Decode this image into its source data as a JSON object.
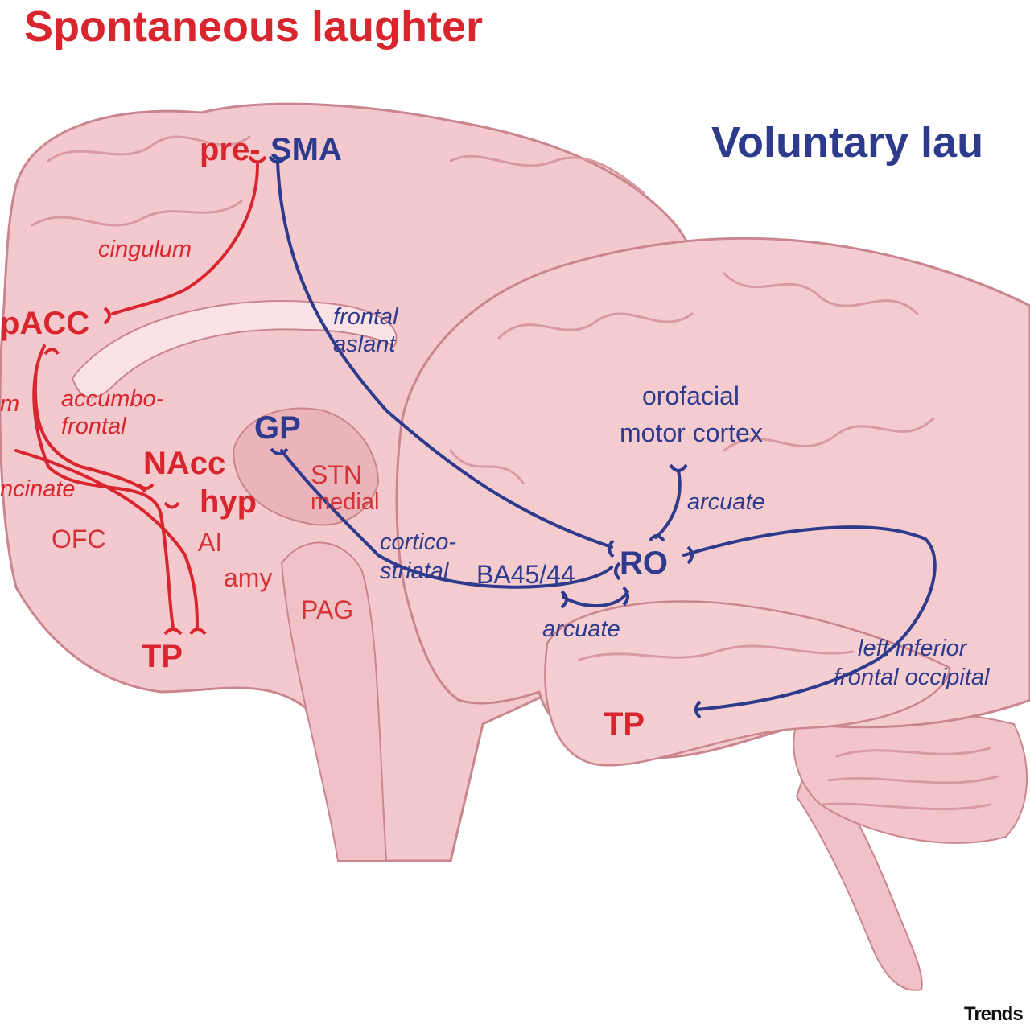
{
  "titles": {
    "spontaneous": "Spontaneous laughter",
    "voluntary": "Voluntary lau"
  },
  "colors": {
    "spontaneous": "#d9262e",
    "voluntary": "#2e3a8c",
    "region_label": "#d53338",
    "brain_fill": "#f3c9cd",
    "brain_stroke": "#c9868d",
    "credit": "#111111"
  },
  "labels": {
    "pre": "pre-",
    "sma": "SMA",
    "pacc": "pACC",
    "nacc": "NAcc",
    "hyp": "hyp",
    "tp_left": "TP",
    "tp_right": "TP",
    "gp": "GP",
    "ro": "RO",
    "stn": "STN",
    "medial": "medial",
    "ofc": "OFC",
    "ai": "AI",
    "amy": "amy",
    "pag": "PAG",
    "ba": "BA45/44",
    "orofacial_1": "orofacial",
    "orofacial_2": "motor cortex"
  },
  "tracts": {
    "cingulum": "cingulum",
    "m_partial": "m",
    "accumbo_1": "accumbo-",
    "accumbo_2": "frontal",
    "uncinate": "ncinate",
    "frontal_1": "frontal",
    "frontal_2": "aslant",
    "cortico_1": "cortico-",
    "cortico_2": "striatal",
    "arcuate_upper": "arcuate",
    "arcuate_lower": "arcuate",
    "lifo_1": "left inferior",
    "lifo_2": "frontal occipital"
  },
  "credit": "Trends"
}
